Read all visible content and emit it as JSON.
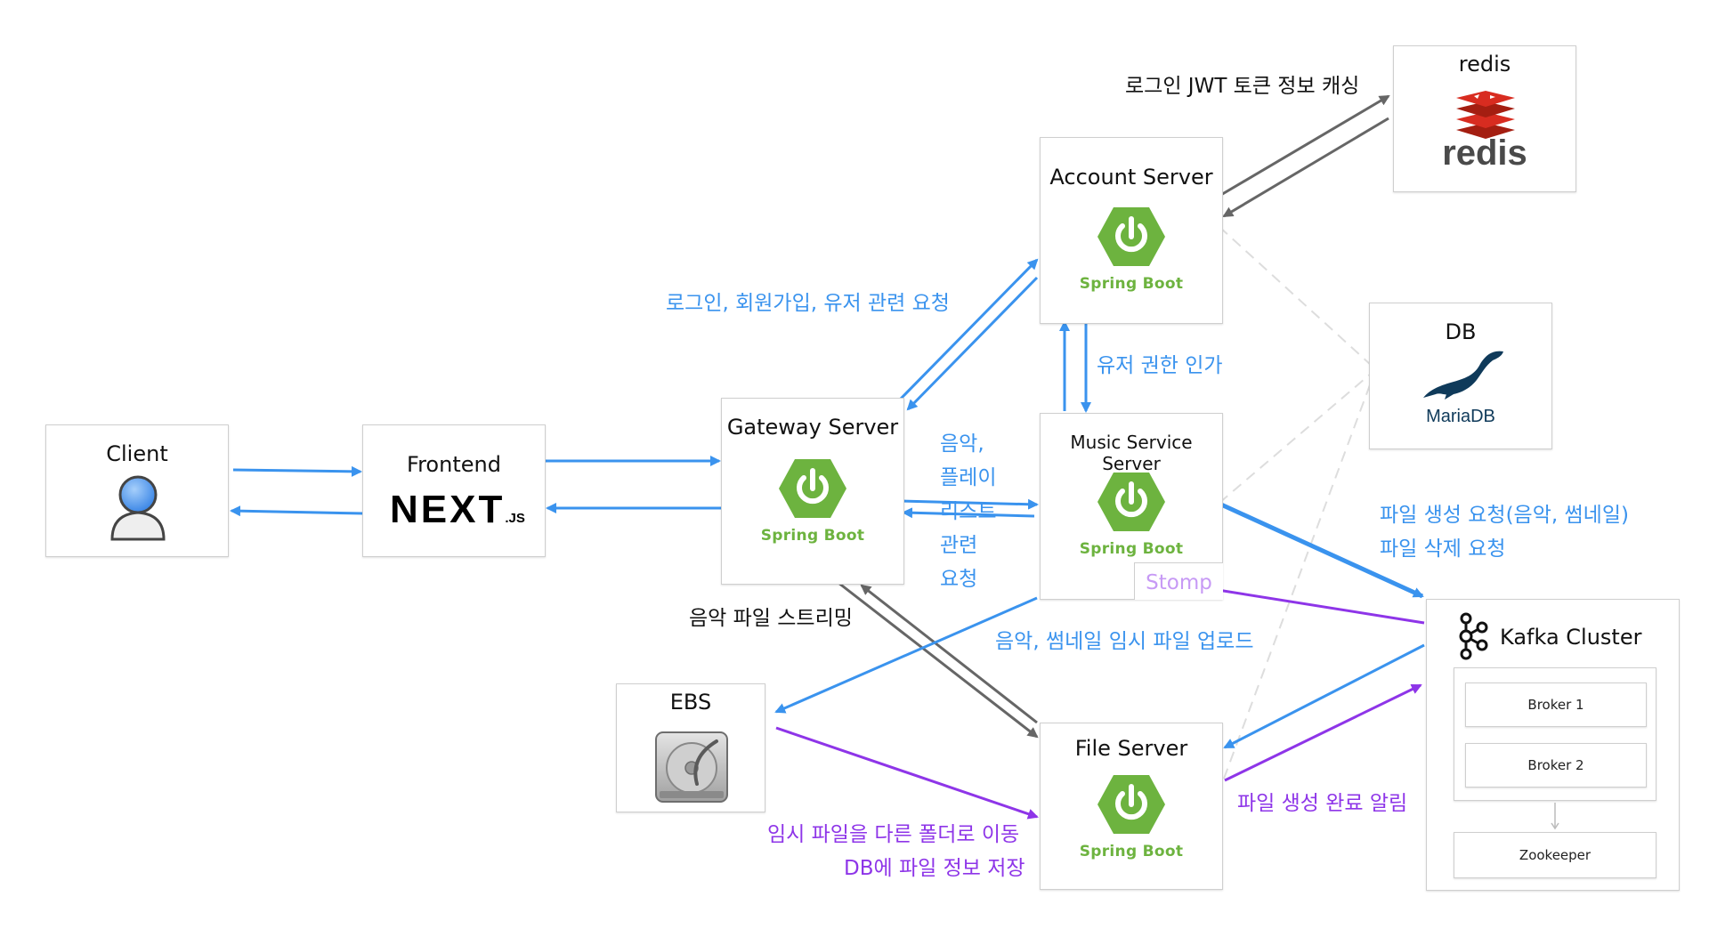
{
  "nodes": {
    "client": {
      "title": "Client"
    },
    "frontend": {
      "title": "Frontend",
      "logo": "NEXT",
      "logo_suffix": ".JS"
    },
    "gateway": {
      "title": "Gateway Server",
      "badge": "Spring Boot"
    },
    "account": {
      "title": "Account Server",
      "badge": "Spring Boot"
    },
    "music": {
      "title": "Music Service Server",
      "badge": "Spring Boot",
      "stomp": "Stomp"
    },
    "file": {
      "title": "File Server",
      "badge": "Spring Boot"
    },
    "redis": {
      "title": "redis",
      "logo": "redis"
    },
    "db": {
      "title": "DB",
      "logo": "MariaDB"
    },
    "ebs": {
      "title": "EBS"
    },
    "kafka": {
      "title": "Kafka Cluster",
      "broker1": "Broker 1",
      "broker2": "Broker 2",
      "zookeeper": "Zookeeper"
    }
  },
  "labels": {
    "redis_cache": "로그인 JWT 토큰 정보 캐싱",
    "account_requests": "로그인, 회원가입, 유저 관련 요청",
    "user_auth": "유저 권한 인가",
    "music_requests": [
      "음악,",
      "플레이",
      "리스트",
      "관련",
      "요청"
    ],
    "streaming": "음악 파일 스트리밍",
    "temp_upload": "음악, 썸네일 임시 파일 업로드",
    "kafka_requests": [
      "파일 생성 요청(음악, 썸네일)",
      "파일 삭제 요청"
    ],
    "file_done": "파일 생성 완료 알림",
    "move_file": "임시 파일을 다른 폴더로 이동",
    "save_db": "DB에 파일 정보 저장"
  },
  "colors": {
    "blue": "#3a93ee",
    "purple": "#8e35e8",
    "gray": "#666666",
    "dashed": "#dddddd",
    "spring_green": "#6db33f",
    "redis_red": "#d82c20",
    "mariadb_navy": "#0f3a5a"
  },
  "icons": {
    "client": "user-icon",
    "spring": "spring-boot-power-icon",
    "redis": "redis-cube-icon",
    "db": "mariadb-seal-icon",
    "ebs": "hard-disk-icon",
    "kafka": "kafka-icon"
  }
}
